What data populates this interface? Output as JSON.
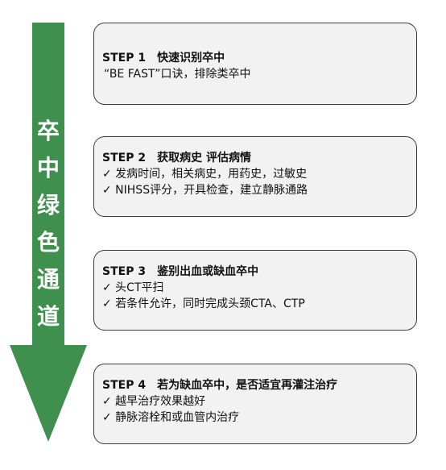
{
  "arrow": {
    "label_chars": [
      "卒",
      "中",
      "绿",
      "色",
      "通",
      "道"
    ],
    "color": "#3f8f4f"
  },
  "steps": [
    {
      "number": "STEP 1",
      "title": "快速识别卒中",
      "lines": [
        "“BE FAST”口诀，排除类卒中"
      ]
    },
    {
      "number": "STEP 2",
      "title": "获取病史  评估病情",
      "lines": [
        "✓ 发病时间，相关病史，用药史，过敏史",
        "✓ NIHSS评分，开具检查，建立静脉通路"
      ]
    },
    {
      "number": "STEP 3",
      "title": "鉴别出血或缺血卒中",
      "lines": [
        "✓ 头CT平扫",
        "✓ 若条件允许，同时完成头颈CTA、CTP"
      ]
    },
    {
      "number": "STEP 4",
      "title": "若为缺血卒中，是否适宜再灌注治疗",
      "lines": [
        "✓ 越早治疗效果越好",
        "✓ 静脉溶栓和或血管内治疗"
      ]
    }
  ]
}
